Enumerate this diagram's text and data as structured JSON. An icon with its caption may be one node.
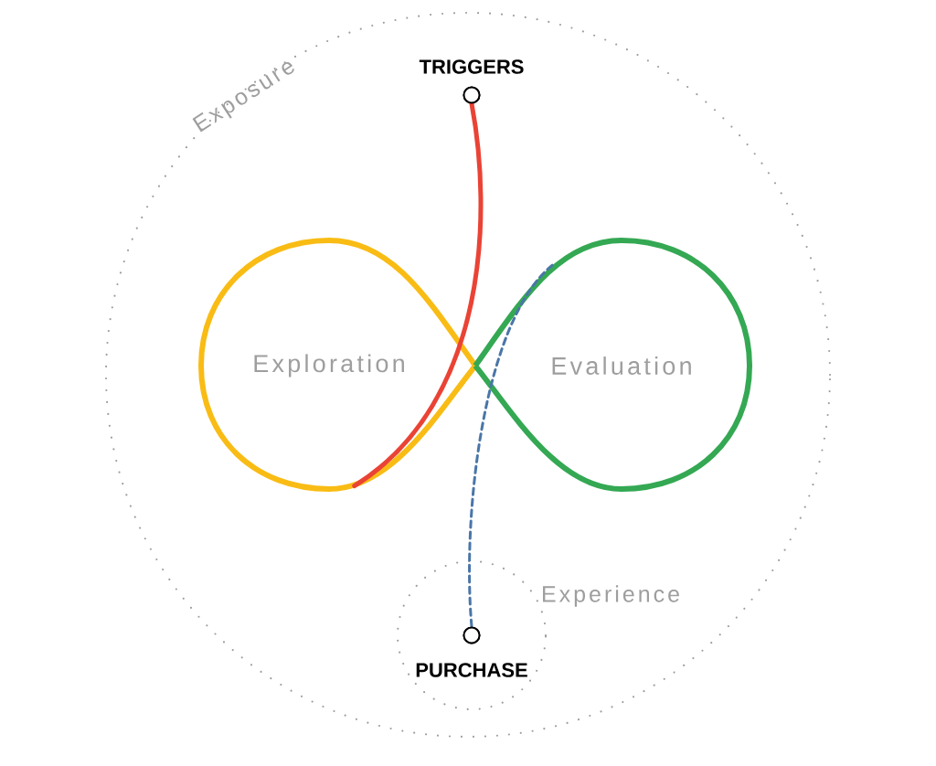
{
  "diagram": {
    "nodes": [
      {
        "text": [
          "Exposure"
        ]
      },
      {
        "text": [
          "Exploration"
        ],
        "in": 0
      },
      {
        "text": [
          "Evaluation"
        ],
        "in": 0
      },
      {
        "text": [
          "Experience"
        ],
        "in": 0
      },
      {
        "text": [
          "TRIGGERS"
        ],
        "in": 0
      },
      {
        "text": [
          "PURCHASE"
        ],
        "in": 3
      }
    ],
    "edges": [
      {
        "from": 4,
        "to": 1,
        "arrow": "none",
        "color": "#ea4335"
      },
      {
        "from": 2,
        "to": 5,
        "arrow": "none",
        "style": "dashed",
        "color": "#4a76a8"
      }
    ]
  }
}
